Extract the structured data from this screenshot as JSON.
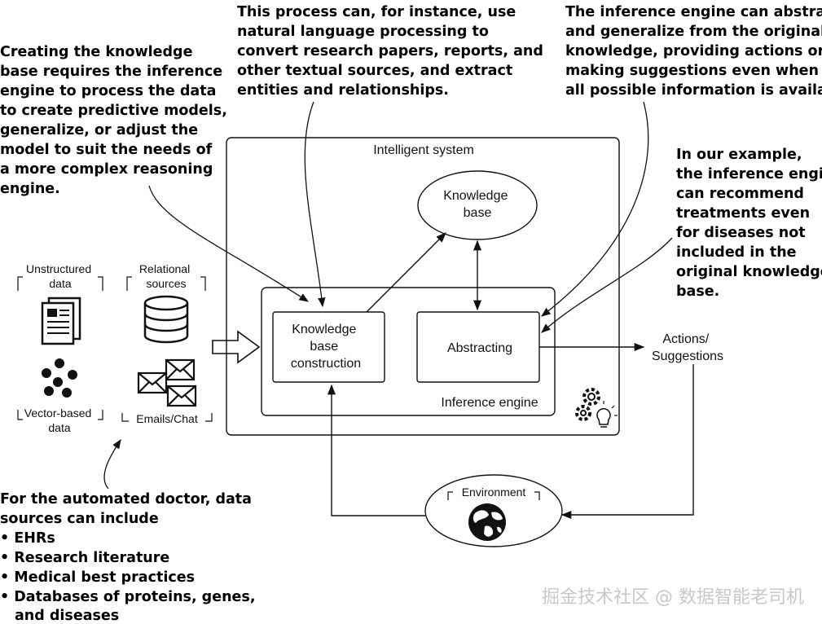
{
  "annotations": {
    "left_top": [
      "Creating the knowledge",
      "base requires the inference",
      "engine to process the data",
      "to create predictive models,",
      "generalize, or adjust the",
      "model to suit the needs of",
      "a more complex reasoning",
      "engine."
    ],
    "top_middle": [
      "This process can, for instance, use",
      "natural language processing to",
      "convert research papers, reports, and",
      "other textual sources, and extract",
      "entities and relationships."
    ],
    "top_right": [
      "The inference engine can abstract",
      "and generalize from the original",
      "knowledge, providing actions or",
      "making suggestions even when not",
      "all possible information is available."
    ],
    "right_middle": [
      "In our example,",
      "the inference engine",
      "can recommend",
      "treatments even",
      "for diseases not",
      "included in the",
      "original knowledge",
      "base."
    ],
    "bottom_left_intro": [
      "For the automated doctor, data",
      "sources can include"
    ],
    "bottom_left_bullets": [
      "EHRs",
      "Research literature",
      "Medical best practices",
      "Databases of proteins, genes,"
    ],
    "bottom_left_continuation": "and diseases"
  },
  "sources": {
    "unstructured": [
      "Unstructured",
      "data"
    ],
    "relational": [
      "Relational",
      "sources"
    ],
    "vector": [
      "Vector-based",
      "data"
    ],
    "emails": "Emails/Chat"
  },
  "system": {
    "intelligent_system": "Intelligent system",
    "knowledge_base": [
      "Knowledge",
      "base"
    ],
    "kb_construction": [
      "Knowledge",
      "base",
      "construction"
    ],
    "abstracting": "Abstracting",
    "inference_engine": "Inference engine",
    "actions": [
      "Actions/",
      "Suggestions"
    ],
    "environment": "Environment"
  },
  "watermark": "掘金技术社区 @ 数据智能老司机",
  "icons": [
    "document-icon",
    "database-icon",
    "dots-icon",
    "envelope-icon",
    "gears-lightbulb-icon",
    "globe-icon",
    "arrow-icon"
  ]
}
